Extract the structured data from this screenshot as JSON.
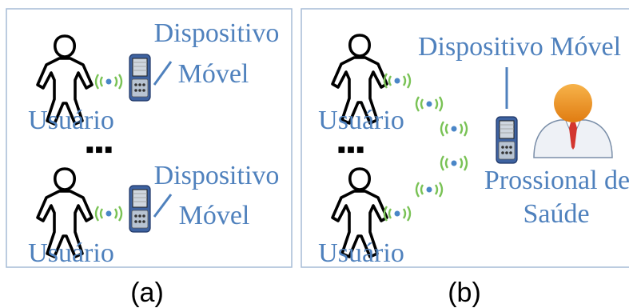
{
  "panel_a": {
    "caption": "(a)",
    "top_user_label": "Usuário",
    "bottom_user_label": "Usuário",
    "top_device_line1": "Dispositivo",
    "top_device_line2": "Móvel",
    "bottom_device_line1": "Dispositivo",
    "bottom_device_line2": "Móvel",
    "ellipsis": "■■■"
  },
  "panel_b": {
    "caption": "(b)",
    "top_user_label": "Usuário",
    "bottom_user_label": "Usuário",
    "device_label": "Dispositivo Móvel",
    "professional_line1": "Prossional de",
    "professional_line2": "Saúde",
    "ellipsis": "■■■"
  },
  "colors": {
    "label_blue": "#4f81bd",
    "frame_blue": "#a6bcd6",
    "wave_green": "#79c255",
    "wave_blue": "#4a86c7"
  },
  "icons": [
    "person-outline-icon",
    "pda-device-icon",
    "wireless-signal-icon",
    "health-professional-icon"
  ]
}
